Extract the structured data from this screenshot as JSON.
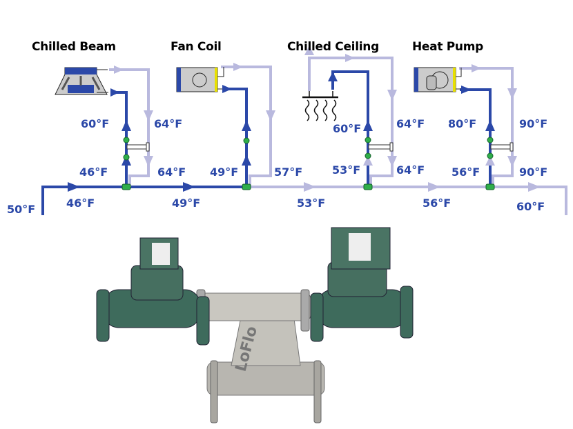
{
  "units": [
    {
      "title": "Chilled Beam",
      "supply_temp": "60°F",
      "return_temp": "64°F",
      "inlet_temp": "46°F",
      "return_out_temp": "64°F"
    },
    {
      "title": "Fan Coil",
      "inlet_temp": "49°F",
      "return_temp": "57°F"
    },
    {
      "title": "Chilled Ceiling",
      "supply_temp": "60°F",
      "return_temp": "64°F",
      "inlet_temp": "53°F",
      "return_out_temp": "64°F"
    },
    {
      "title": "Heat Pump",
      "supply_temp": "80°F",
      "return_temp": "90°F",
      "inlet_temp": "56°F",
      "return_out_temp": "90°F"
    }
  ],
  "main_loop": {
    "entry_temp": "50°F",
    "segment_temps": [
      "46°F",
      "49°F",
      "53°F",
      "56°F",
      "60°F"
    ]
  },
  "colors": {
    "supply": "#2b48a8",
    "return": "#b9b9de",
    "valve": "#2fae4a"
  },
  "photo": {
    "brand_text": "LoFlo"
  }
}
